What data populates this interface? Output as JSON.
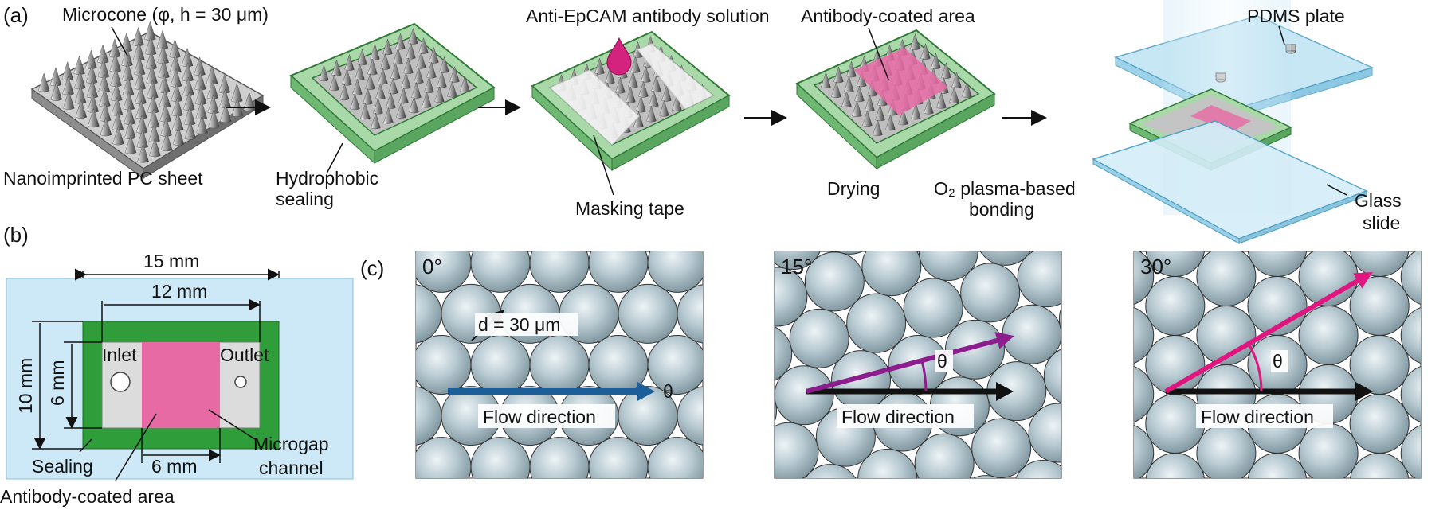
{
  "panels": {
    "a": {
      "tag": "(a)",
      "step1": {
        "top_label": "Microcone (φ, h = 30 μm)",
        "bottom_label": "Nanoimprinted PC sheet"
      },
      "step2": {
        "label_line1": "Hydrophobic",
        "label_line2": "sealing"
      },
      "step3": {
        "top_label": "Anti-EpCAM antibody solution",
        "bottom_label": "Masking tape"
      },
      "step4": {
        "mid_label": "Drying",
        "top_label": "Antibody-coated area"
      },
      "step5": {
        "bond_line1": "O₂ plasma-based",
        "bond_line2": "bonding",
        "top_label": "PDMS plate",
        "glass_line1": "Glass",
        "glass_line2": "slide"
      }
    },
    "b": {
      "tag": "(b)",
      "dim_15": "15 mm",
      "dim_12": "12 mm",
      "dim_10": "10 mm",
      "dim_6v": "6 mm",
      "dim_6h": "6 mm",
      "inlet": "Inlet",
      "outlet": "Outlet",
      "sealing": "Sealing",
      "antibody_area": "Antibody-coated area",
      "microgap_line1": "Microgap",
      "microgap_line2": "channel"
    },
    "c": {
      "tag": "(c)",
      "views": [
        {
          "angle_label": "0°",
          "angle_deg": 0,
          "flow_label": "Flow direction",
          "theta": "θ",
          "spacing_label": "d = 30 μm",
          "accent": "#1a5e9a"
        },
        {
          "angle_label": "15°",
          "angle_deg": 15,
          "flow_label": "Flow direction",
          "theta": "θ",
          "accent": "#8c1d8c"
        },
        {
          "angle_label": "30°",
          "angle_deg": 30,
          "flow_label": "Flow direction",
          "theta": "θ",
          "accent": "#e0157f"
        }
      ]
    }
  },
  "colors": {
    "sealing_green": "#2f9e3a",
    "antibody_pink": "#e86aa4",
    "glass_blue": "#cde8f6",
    "cone_gray": "#9fb6c0",
    "angle0_blue": "#1a5e9a",
    "angle15_purple": "#8c1d8c",
    "angle30_pink": "#e0157f"
  }
}
